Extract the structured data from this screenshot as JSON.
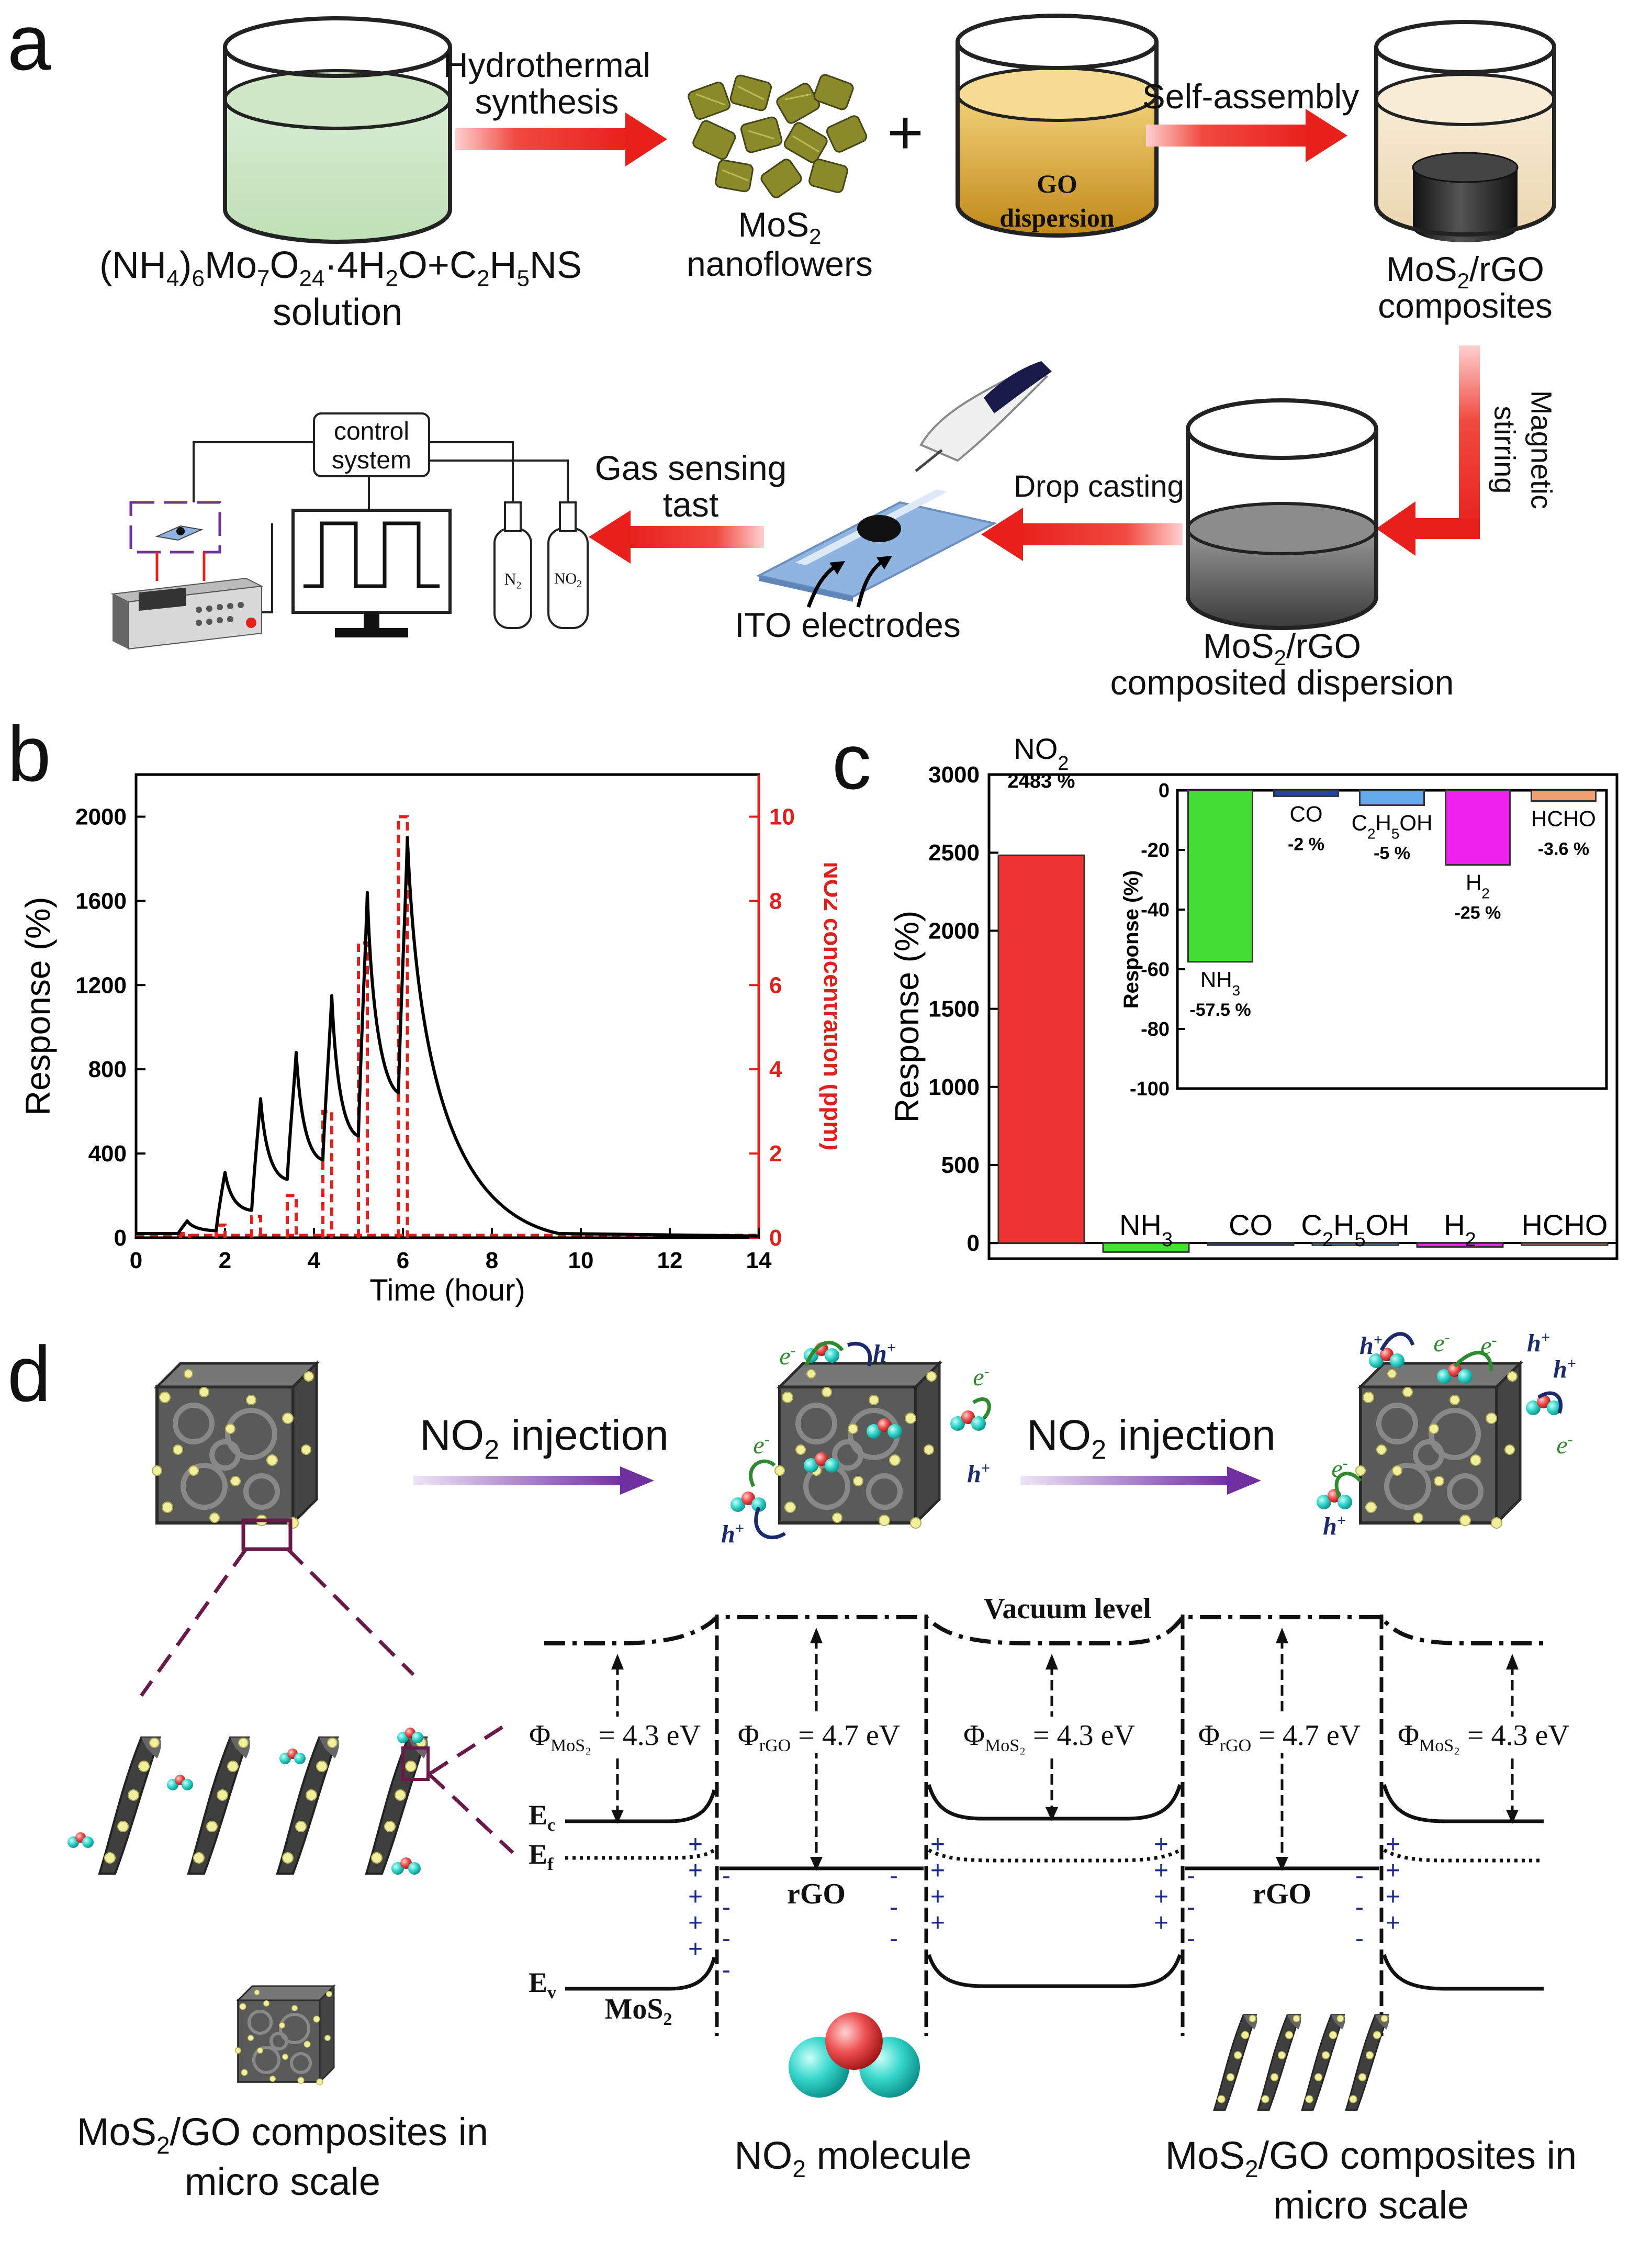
{
  "panels": {
    "a": "a",
    "b": "b",
    "c": "c",
    "d": "d"
  },
  "panel_a": {
    "precursor_line1": "(NH4)6Mo7O24·4H2O+C2H5NS",
    "precursor_line2": "solution",
    "arrow1_line1": "Hydrothermal",
    "arrow1_line2": "synthesis",
    "mos2_line1": "MoS2",
    "mos2_line2": "nanoflowers",
    "plus": "+",
    "go_line1": "GO",
    "go_line2": "dispersion",
    "arrow2": "Self-assembly",
    "comp_line1": "MoS2/rGO",
    "comp_line2": "composites",
    "magnetic_line1": "Magnetic",
    "magnetic_line2": "stirring",
    "disp_line1": "MoS2/rGO",
    "disp_line2": "composited dispersion",
    "drop_casting": "Drop casting",
    "ito": "ITO electrodes",
    "gas_line1": "Gas sensing",
    "gas_line2": "tast",
    "control_line1": "control",
    "control_line2": "system",
    "cyl1": "N2",
    "cyl2": "NO2"
  },
  "chart_data": [
    {
      "type": "line",
      "panel": "b",
      "xlabel": "Time  (hour)",
      "ylabel": "Response  (%)",
      "y2label": "NO2 concentration  (ppm)",
      "x_ticks": [
        "0",
        "2",
        "4",
        "6",
        "8",
        "10",
        "12",
        "14"
      ],
      "y_ticks": [
        "0",
        "400",
        "800",
        "1200",
        "1600",
        "2000"
      ],
      "y2_ticks": [
        "0",
        "2",
        "4",
        "6",
        "8",
        "10"
      ],
      "xlim": [
        0,
        14
      ],
      "ylim": [
        0,
        2200
      ],
      "y2lim": [
        0,
        11
      ],
      "series": [
        {
          "role": "response",
          "color": "#000000",
          "peaks": [
            {
              "t": 1.15,
              "y": 80
            },
            {
              "t": 2.0,
              "y": 310
            },
            {
              "t": 2.8,
              "y": 660
            },
            {
              "t": 3.6,
              "y": 880
            },
            {
              "t": 4.4,
              "y": 1150
            },
            {
              "t": 5.2,
              "y": 1640
            },
            {
              "t": 6.1,
              "y": 1900
            }
          ]
        },
        {
          "role": "no2_concentration",
          "color": "#e0201c",
          "style": "dashed",
          "pulses": [
            {
              "start": 1.0,
              "end": 1.2,
              "ppm": 0.1
            },
            {
              "start": 1.8,
              "end": 2.0,
              "ppm": 0.3
            },
            {
              "start": 2.6,
              "end": 2.8,
              "ppm": 0.5
            },
            {
              "start": 3.4,
              "end": 3.6,
              "ppm": 1
            },
            {
              "start": 4.2,
              "end": 4.4,
              "ppm": 3
            },
            {
              "start": 5.0,
              "end": 5.2,
              "ppm": 7
            },
            {
              "start": 5.9,
              "end": 6.1,
              "ppm": 10
            }
          ]
        }
      ]
    },
    {
      "type": "bar",
      "panel": "c",
      "ylabel": "Response (%)",
      "categories": [
        "NO2",
        "NH3",
        "CO",
        "C2H5OH",
        "H2",
        "HCHO"
      ],
      "values": [
        2483,
        -57.5,
        -2,
        -5,
        -25,
        -3.6
      ],
      "y_ticks": [
        "0",
        "500",
        "1000",
        "1500",
        "2000",
        "2500",
        "3000"
      ],
      "ylim": [
        -100,
        3000
      ],
      "top_label": "2483 %",
      "colors": [
        "#ee3333",
        "#44dd33",
        "#2244aa",
        "#66aaee",
        "#ee22ee",
        "#f0a070"
      ]
    },
    {
      "type": "bar",
      "panel": "c-inset",
      "ylabel": "Response (%)",
      "categories": [
        "NH3",
        "CO",
        "C2H5OH",
        "H2",
        "HCHO"
      ],
      "values": [
        -57.5,
        -2,
        -5,
        -25,
        -3.6
      ],
      "value_labels": [
        "-57.5 %",
        "-2 %",
        "-5 %",
        "-25 %",
        "-3.6 %"
      ],
      "y_ticks": [
        "0",
        "-20",
        "-40",
        "-60",
        "-80",
        "-100"
      ],
      "ylim": [
        -100,
        0
      ],
      "colors": [
        "#44dd33",
        "#2244aa",
        "#66aaee",
        "#ee22ee",
        "#f0a070"
      ]
    }
  ],
  "panel_d": {
    "inj1": "NO2 injection",
    "inj2": "NO2 injection",
    "vacuum": "Vacuum level",
    "phi_mos2": "ΦMoS2 = 4.3 eV",
    "phi_rgo": "ΦrGO = 4.7 eV",
    "ec": "Ec",
    "ef": "Ef",
    "ev": "Ev",
    "rgo": "rGO",
    "mos2": "MoS2",
    "electron": "e-",
    "hole": "h+",
    "caption_left_line1": "MoS2/GO composites in",
    "caption_left_line2": "micro scale",
    "caption_mid": "NO2 molecule",
    "caption_right_line1": "MoS2/GO composites in",
    "caption_right_line2": "micro scale"
  },
  "colors": {
    "red_arrow": "#e8201c",
    "purple_arrow": "#7030a0",
    "bar_red": "#ee3333",
    "response_line": "#000000"
  }
}
